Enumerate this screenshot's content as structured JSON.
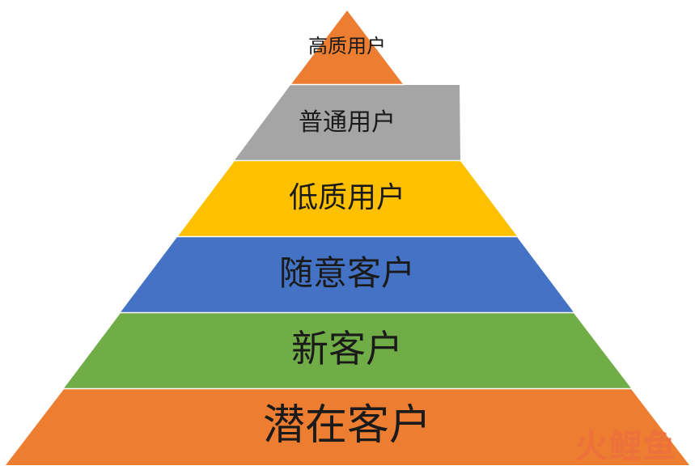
{
  "pyramid": {
    "tiers": [
      {
        "label": "高质用户",
        "color": "#ED7D31"
      },
      {
        "label": "普通用户",
        "color": "#A5A5A5"
      },
      {
        "label": "低质用户",
        "color": "#FFC000"
      },
      {
        "label": "随意客户",
        "color": "#4472C4"
      },
      {
        "label": "新客户",
        "color": "#70AD47"
      },
      {
        "label": "潜在客户",
        "color": "#ED7D31"
      }
    ]
  },
  "watermark": {
    "text": "火鲤鱼"
  }
}
